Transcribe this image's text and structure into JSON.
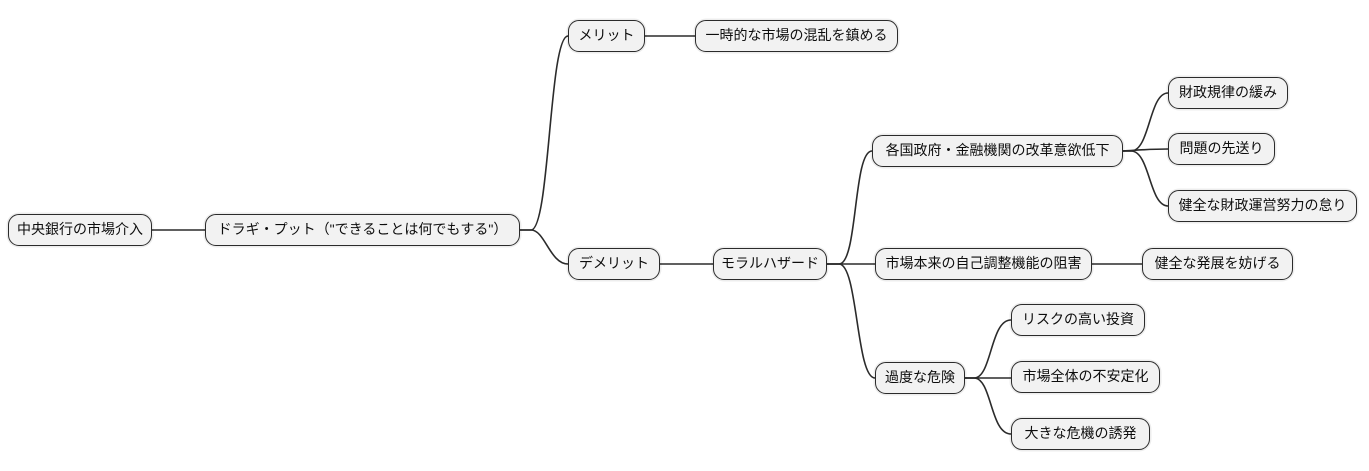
{
  "diagram": {
    "type": "mindmap",
    "background_color": "#ffffff",
    "node_fill_color": "#f2f2f2",
    "node_border_color": "#2b2b2b",
    "edge_color": "#2b2b2b",
    "text_color": "#0d0d0d"
  },
  "tree": {
    "label": "中央銀行の市場介入",
    "children": [
      {
        "label": "ドラギ・プット（\"できることは何でもする\"）",
        "children": [
          {
            "label": "メリット",
            "children": [
              {
                "label": "一時的な市場の混乱を鎮める"
              }
            ]
          },
          {
            "label": "デメリット",
            "children": [
              {
                "label": "モラルハザード",
                "children": [
                  {
                    "label": "各国政府・金融機関の改革意欲低下",
                    "children": [
                      {
                        "label": "財政規律の緩み"
                      },
                      {
                        "label": "問題の先送り"
                      },
                      {
                        "label": "健全な財政運営努力の怠り"
                      }
                    ]
                  },
                  {
                    "label": "市場本来の自己調整機能の阻害",
                    "children": [
                      {
                        "label": "健全な発展を妨げる"
                      }
                    ]
                  },
                  {
                    "label": "過度な危険",
                    "children": [
                      {
                        "label": "リスクの高い投資"
                      },
                      {
                        "label": "市場全体の不安定化"
                      },
                      {
                        "label": "大きな危機の誘発"
                      }
                    ]
                  }
                ]
              }
            ]
          }
        ]
      }
    ]
  }
}
